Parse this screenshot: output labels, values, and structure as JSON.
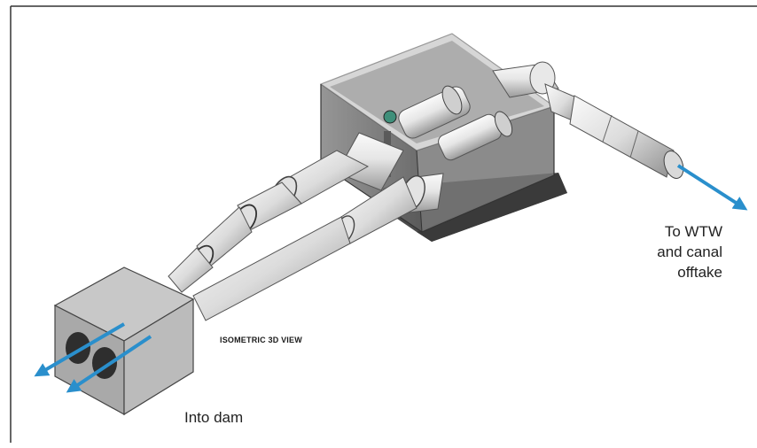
{
  "labels": {
    "outlet_line1": "To WTW",
    "outlet_line2": "and canal",
    "outlet_line3": "offtake",
    "inlet": "Into dam",
    "view": "ISOMETRIC 3D VIEW"
  },
  "colors": {
    "flow_arrow": "#2a8fcc",
    "pipe_light": "#f2f2f2",
    "pipe_dark": "#9a9a9a",
    "structure": "#6e6e6e",
    "border": "#333333"
  },
  "icons": {
    "flow_arrow": "arrow-icon"
  }
}
